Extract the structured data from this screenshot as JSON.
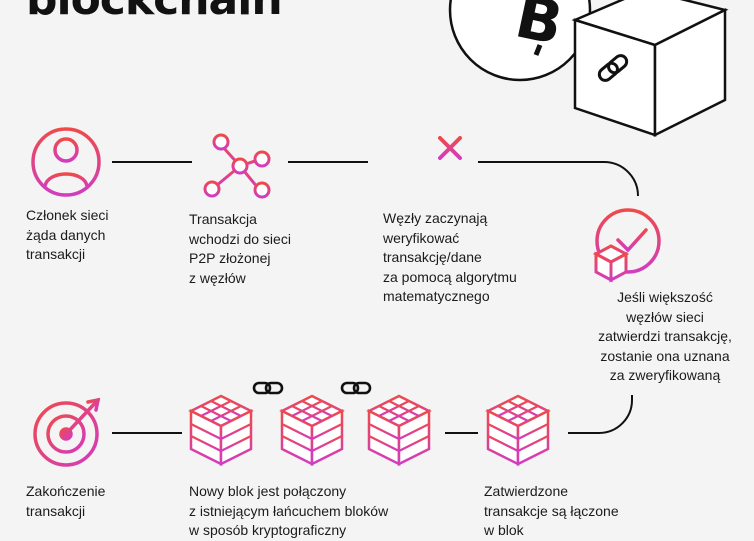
{
  "title": "blockchain",
  "steps": [
    {
      "icon": "user-icon",
      "lines": [
        "Członek sieci",
        "żąda danych",
        "transakcji"
      ]
    },
    {
      "icon": "network-nodes-icon",
      "lines": [
        "Transakcja",
        "wchodzi do sieci",
        "P2P złożonej",
        "z węzłów"
      ]
    },
    {
      "icon": "math-operators-icon",
      "lines": [
        "Węzły zaczynają",
        "weryfikować",
        "transakcję/dane",
        "za pomocą algorytmu",
        "matematycznego"
      ]
    },
    {
      "icon": "verified-block-icon",
      "lines": [
        "Jeśli większość",
        "węzłów sieci",
        "zatwierdzi transakcję,",
        "zostanie ona uznana",
        "za zweryfikowaną"
      ]
    },
    {
      "icon": "cube-block-icon",
      "lines": [
        "Zatwierdzone",
        "transakcje są łączone",
        "w blok"
      ]
    },
    {
      "icon": "chained-blocks-icon",
      "lines": [
        "Nowy blok jest połączony",
        "z istniejącym łańcuchem bloków",
        "w sposób kryptograficzny"
      ]
    },
    {
      "icon": "target-icon",
      "lines": [
        "Zakończenie",
        "transakcji"
      ]
    }
  ],
  "colors": {
    "accent_start": "#ee4a4a",
    "accent_end": "#d23cc0",
    "line": "#111111"
  }
}
